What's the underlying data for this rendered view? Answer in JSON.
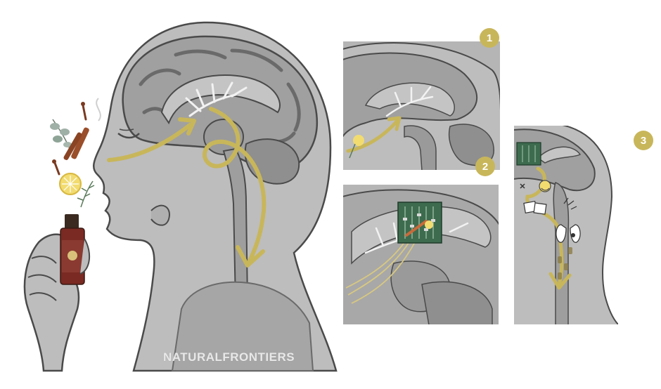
{
  "brand": {
    "name": "NATURALFRONTIERS"
  },
  "steps": [
    {
      "number": "1"
    },
    {
      "number": "2"
    },
    {
      "number": "3"
    }
  ],
  "colors": {
    "accent": "#c8b65a",
    "accent_dark": "#a8963a",
    "grey_light": "#bdbdbd",
    "grey_mid": "#9e9e9e",
    "grey_dark": "#6f6f6f",
    "outline": "#4a4a4a",
    "panel_bg": "#b5b5b5",
    "chip_green": "#3d6b4e",
    "bottle": "#7a2a22"
  },
  "icons": [
    "eucalyptus-icon",
    "cinnamon-icon",
    "clove-icon",
    "lemon-icon",
    "rosemary-icon",
    "essential-oil-bottle-icon",
    "circuit-board-icon",
    "emotion-icon",
    "memory-photo-icon",
    "lungs-icon"
  ]
}
